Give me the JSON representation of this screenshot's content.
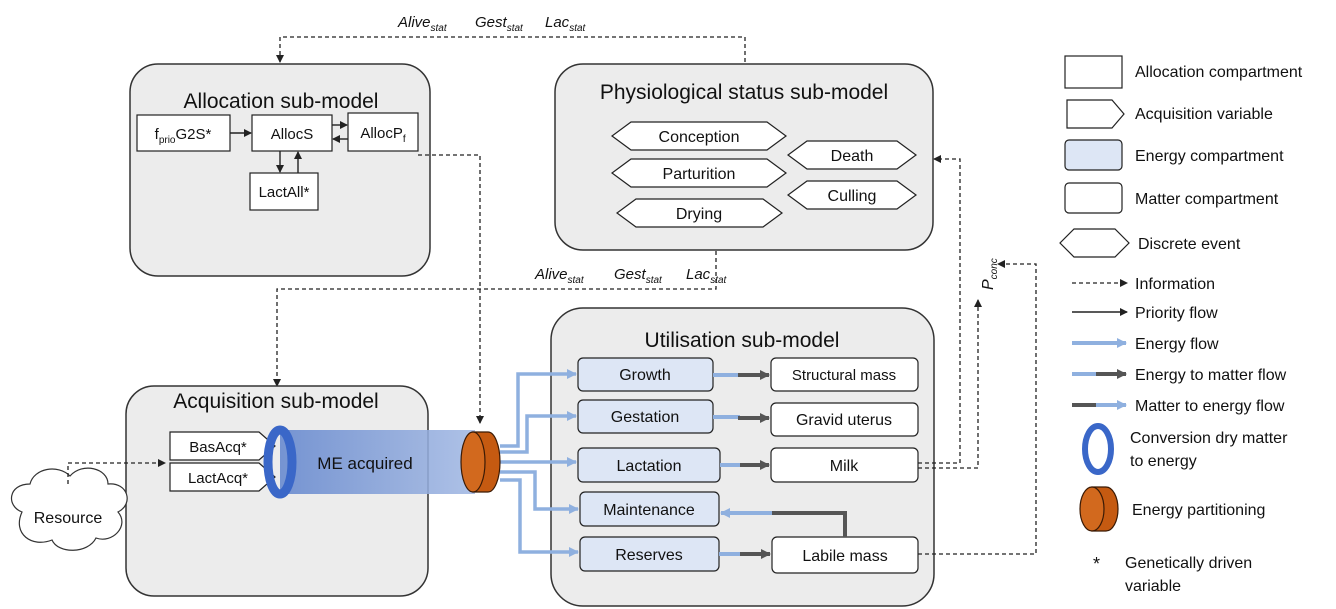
{
  "colors": {
    "module_fill": "#ececec",
    "module_stroke": "#333333",
    "energy_fill": "#dde6f5",
    "energy_flow": "#8fb0df",
    "me_band": "#8fa8d8",
    "conversion_ring": "#3a67c8",
    "partition_fill": "#c55a11",
    "priority_flow": "#222222",
    "matter_flow": "#555555"
  },
  "labels": {
    "top_alive": "Alive",
    "top_gest": "Gest",
    "top_lac": "Lac",
    "mid_alive": "Alive",
    "mid_gest": "Gest",
    "mid_lac": "Lac",
    "stat_sub": "stat",
    "p_conc": "P",
    "p_conc_sub": "conc"
  },
  "allocation": {
    "title": "Allocation sub-model",
    "fprio_f": "f",
    "fprio_sub": "prio",
    "fprio_rest": "G2S*",
    "allocs": "AllocS",
    "allocp": "AllocP",
    "allocp_sub": "f",
    "lactall": "LactAll*"
  },
  "physiological": {
    "title": "Physiological status sub-model",
    "events": [
      "Conception",
      "Parturition",
      "Drying",
      "Death",
      "Culling"
    ]
  },
  "acquisition": {
    "title": "Acquisition sub-model",
    "basacq": "BasAcq*",
    "lactacq": "LactAcq*",
    "me_acquired": "ME acquired",
    "resource": "Resource"
  },
  "utilisation": {
    "title": "Utilisation sub-model",
    "energy": [
      "Growth",
      "Gestation",
      "Lactation",
      "Maintenance",
      "Reserves"
    ],
    "matter": [
      "Structural mass",
      "Gravid uterus",
      "Milk",
      "Labile mass"
    ]
  },
  "legend": {
    "allocation_compartment": "Allocation compartment",
    "acquisition_variable": "Acquisition variable",
    "energy_compartment": "Energy compartment",
    "matter_compartment": "Matter compartment",
    "discrete_event": "Discrete event",
    "information": "Information",
    "priority_flow": "Priority flow",
    "energy_flow": "Energy flow",
    "energy_to_matter_flow": "Energy to matter flow",
    "matter_to_energy_flow": "Matter to energy flow",
    "conversion_line1": "Conversion dry matter",
    "conversion_line2": "to energy",
    "energy_partitioning": "Energy partitioning",
    "star": "*",
    "genetic_line1": "Genetically driven",
    "genetic_line2": "variable"
  }
}
